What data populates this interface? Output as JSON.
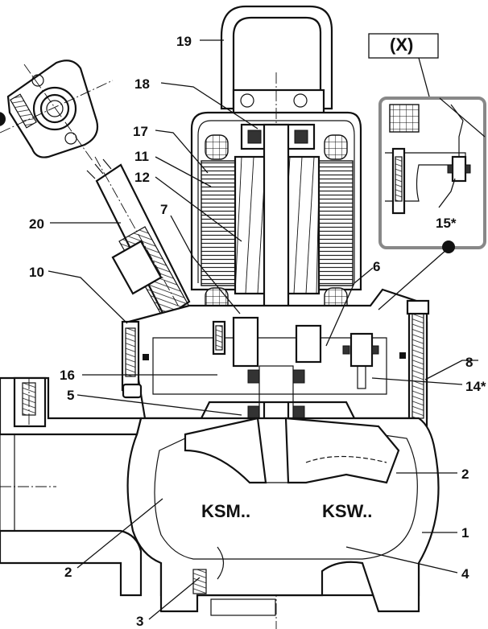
{
  "labels": {
    "l1": "1",
    "l2a": "2",
    "l2b": "2",
    "l3": "3",
    "l4": "4",
    "l5": "5",
    "l6": "6",
    "l7": "7",
    "l8": "8",
    "l10": "10",
    "l11": "11",
    "l12": "12",
    "l14": "14*",
    "l15": "15*",
    "l16": "16",
    "l17": "17",
    "l18": "18",
    "l19": "19",
    "l20": "20",
    "ksm": "KSM..",
    "ksw": "KSW..",
    "detail": "(X)"
  }
}
